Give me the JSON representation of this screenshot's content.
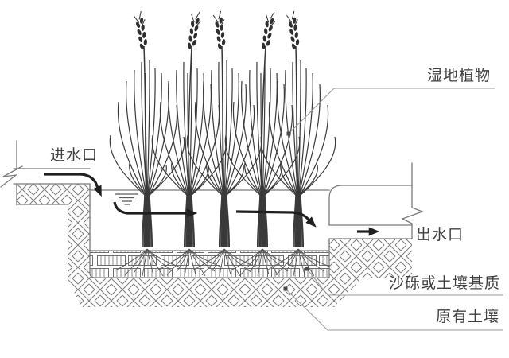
{
  "figure": {
    "kind": "technical-line-diagram",
    "subject": "constructed wetland water-treatment cross-section"
  },
  "labels": {
    "inlet": "进水口",
    "wetland_plants": "湿地植物",
    "outlet": "出水口",
    "substrate": "沙砾或土壤基质",
    "original_soil": "原有土壤"
  },
  "icons": {
    "flow_arrow": "flow-direction-arrow",
    "water_level": "water-surface-symbol",
    "break_symbol": "zigzag-break",
    "soil_hatch": "crosshatch-soil-pattern",
    "substrate_hatch": "brick-substrate-pattern",
    "plant": "reed-plant-with-seed-head"
  },
  "colors": {
    "background": "#ffffff",
    "line": "#7a7a7a",
    "plant": "#3a3a3a",
    "arrow": "#1f1f1f",
    "leader": "#9a9a9a",
    "text": "#404040"
  }
}
